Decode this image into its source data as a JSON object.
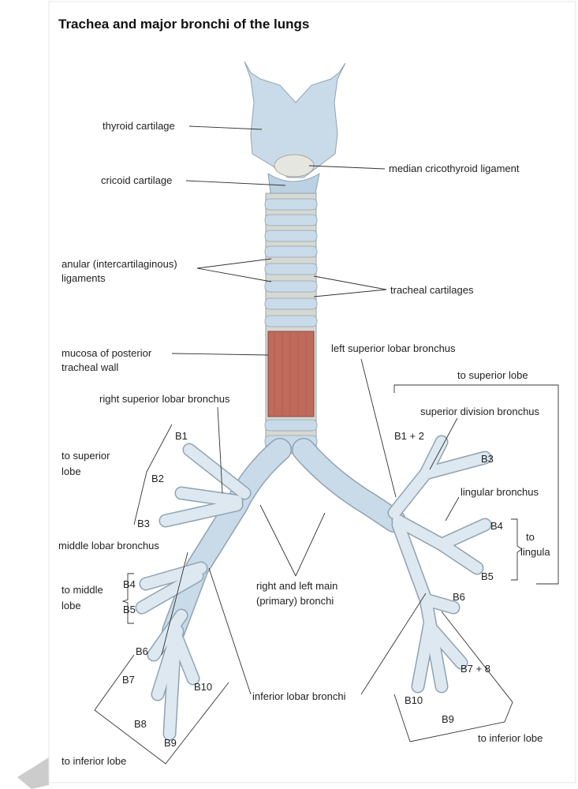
{
  "title": "Trachea and major bronchi of the lungs",
  "labels": {
    "thyroid_cartilage": "thyroid cartilage",
    "cricoid_cartilage": "cricoid cartilage",
    "median_cricothyroid": "median cricothyroid ligament",
    "anular_1": "anular (intercartilaginous)",
    "anular_2": "ligaments",
    "tracheal_cartilages": "tracheal cartilages",
    "mucosa_1": "mucosa of posterior",
    "mucosa_2": "tracheal wall",
    "left_superior_lobar": "left superior lobar bronchus",
    "right_superior_lobar": "right superior lobar bronchus",
    "to_superior_lobe_left": "to superior lobe",
    "superior_division": "superior division bronchus",
    "b1_2": "B1 + 2",
    "b3_left_lung": "B3",
    "lingular_bronchus": "lingular bronchus",
    "b4_left_lung": "B4",
    "b5_left_lung": "B5",
    "to_lingula_1": "to",
    "to_lingula_2": "lingula",
    "b1_right": "B1",
    "b2_right": "B2",
    "b3_right": "B3",
    "to_superior_lobe_right_1": "to superior",
    "to_superior_lobe_right_2": "lobe",
    "middle_lobar": "middle lobar bronchus",
    "to_middle_lobe_1": "to middle",
    "to_middle_lobe_2": "lobe",
    "b4_right": "B4",
    "b5_right": "B5",
    "main_bronchi_1": "right and left main",
    "main_bronchi_2": "(primary) bronchi",
    "b6_right": "B6",
    "b7_right": "B7",
    "b8_right": "B8",
    "b9_right": "B9",
    "b10_right": "B10",
    "inferior_lobar": "inferior lobar bronchi",
    "to_inferior_lobe_right": "to inferior lobe",
    "b6_left": "B6",
    "b7_8_left": "B7 + 8",
    "b10_left": "B10",
    "b9_left": "B9",
    "to_inferior_lobe_left": "to inferior lobe"
  },
  "colors": {
    "cartilage": "#c9dbe8",
    "outline": "#8fa3b3",
    "mucosa": "#c06a5c",
    "ligament": "#e6e6e0"
  }
}
